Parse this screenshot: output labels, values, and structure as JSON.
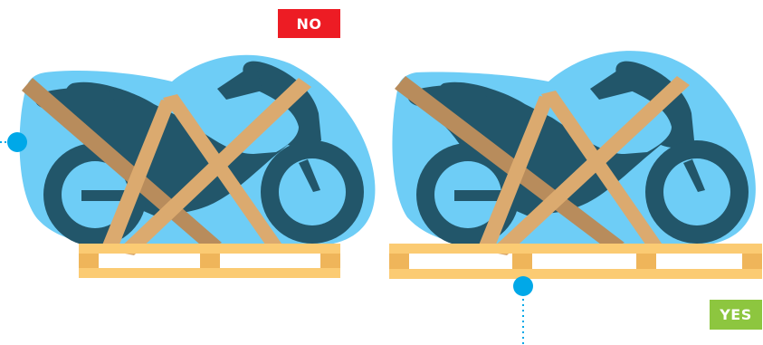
{
  "labels": {
    "no": "NO",
    "yes": "YES"
  },
  "colors": {
    "wrap": "#6ecdf6",
    "bike": "#22566a",
    "strap_light": "#dbaa6f",
    "strap_dark": "#b88c5c",
    "pallet": "#fbcb73",
    "pallet_dark": "#efb55a",
    "no_badge": "#ed1c24",
    "yes_badge": "#8dc63f",
    "marker": "#00a8e8"
  },
  "icons": {
    "no_panel": "motorcycle-wrapped-on-pallet-incorrect",
    "yes_panel": "motorcycle-wrapped-on-pallet-correct",
    "marker": "blue-dot-marker"
  }
}
